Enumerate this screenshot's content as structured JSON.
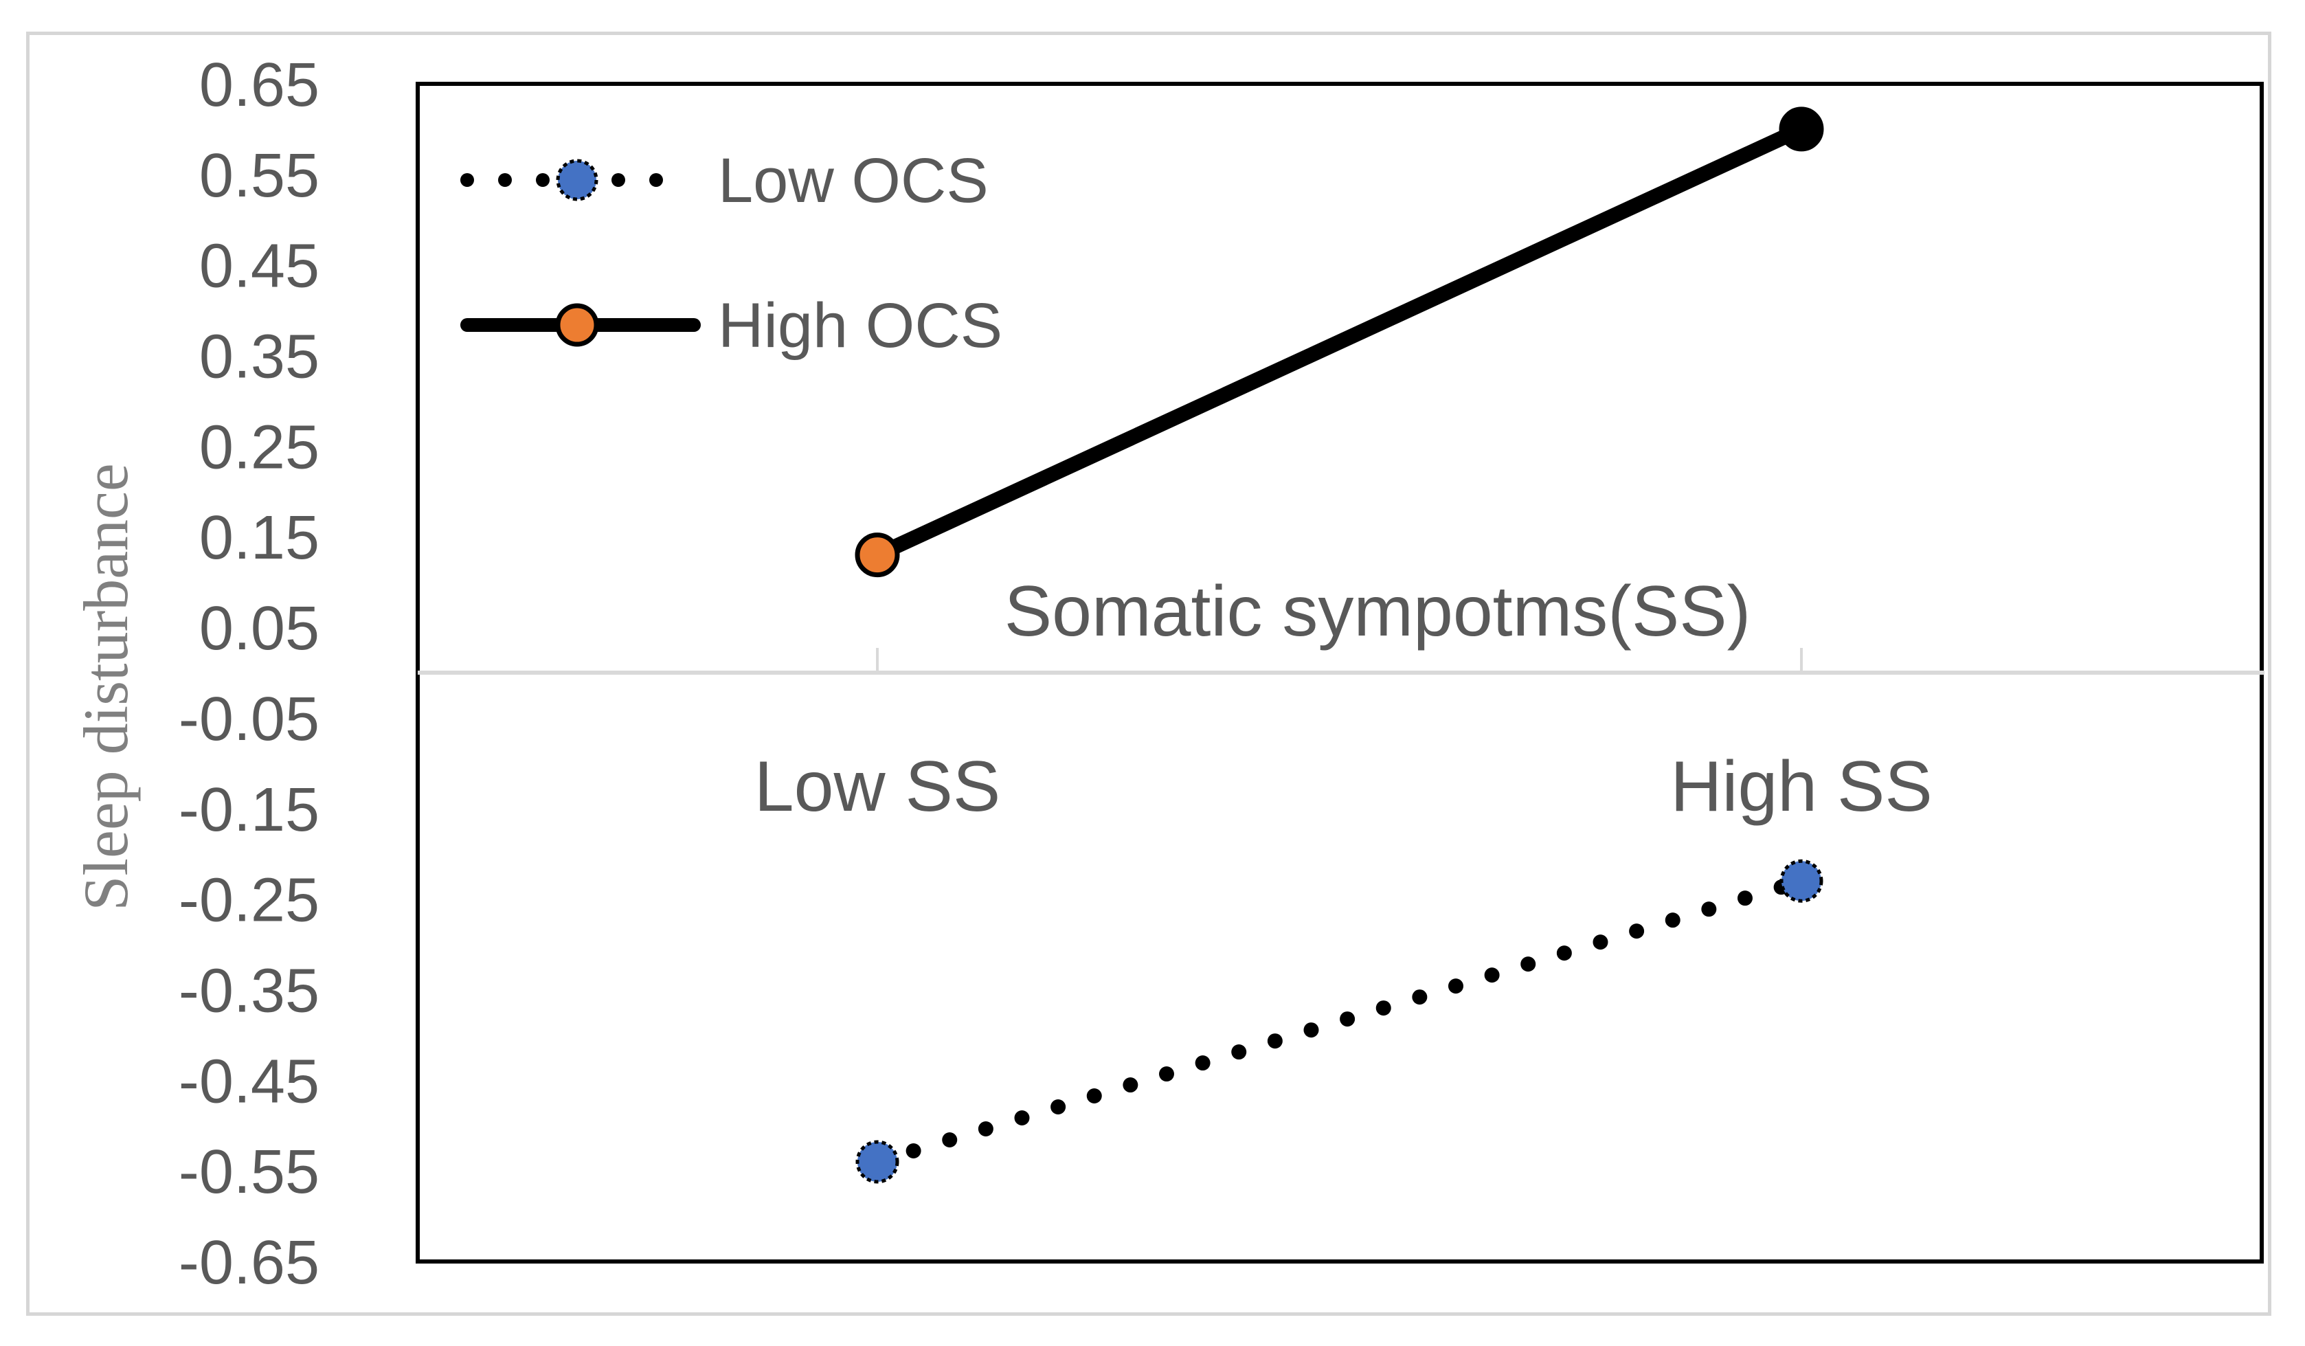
{
  "chart_data": {
    "type": "line",
    "title": "",
    "xlabel": "Somatic sympotms(SS)",
    "ylabel": "Sleep disturbance",
    "categories": [
      "Low SS",
      "High SS"
    ],
    "ylim": [
      -0.65,
      0.65
    ],
    "yticks": [
      "0.65",
      "0.55",
      "0.45",
      "0.35",
      "0.25",
      "0.15",
      "0.05",
      "-0.05",
      "-0.15",
      "-0.25",
      "-0.35",
      "-0.45",
      "-0.55",
      "-0.65"
    ],
    "grid": false,
    "legend_position": "top-left",
    "series": [
      {
        "name": "Low OCS",
        "values": [
          -0.54,
          -0.23
        ],
        "line_style": "dotted",
        "marker_color": "#4472c4",
        "line_color": "#000000"
      },
      {
        "name": "High OCS",
        "values": [
          0.13,
          0.6
        ],
        "line_style": "solid",
        "marker_color": "#ed7d31",
        "line_color": "#000000"
      }
    ]
  }
}
